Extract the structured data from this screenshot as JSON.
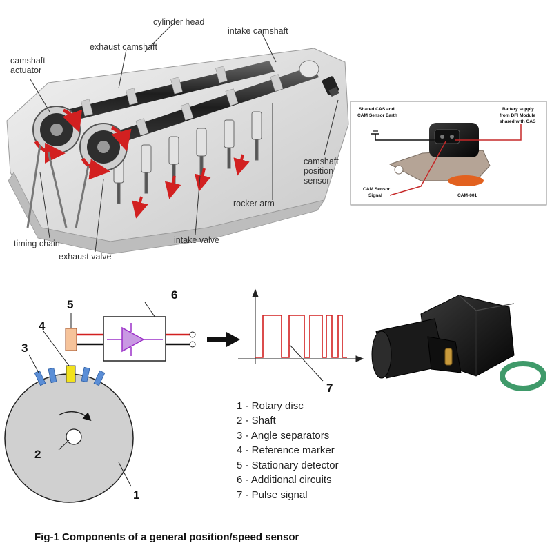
{
  "engine": {
    "labels": {
      "cylinder_head": "cylinder head",
      "exhaust_camshaft": "exhaust camshaft",
      "intake_camshaft": "intake camshaft",
      "camshaft_actuator_1": "camshaft",
      "camshaft_actuator_2": "actuator",
      "camshaft_position_sensor_1": "camshaft",
      "camshaft_position_sensor_2": "position",
      "camshaft_position_sensor_3": "sensor",
      "rocker_arm": "rocker arm",
      "timing_chain": "timing chain",
      "intake_valve": "intake valve",
      "exhaust_valve": "exhaust valve"
    }
  },
  "wiring": {
    "shared_earth_1": "Shared CAS and",
    "shared_earth_2": "CAM Sensor Earth",
    "battery_1": "Battery supply",
    "battery_2": "from DFI Module",
    "battery_3": "shared with CAS",
    "signal_1": "CAM Sensor",
    "signal_2": "Signal",
    "part_code": "CAM-001",
    "colors": {
      "earth_wire": "#111111",
      "battery_wire": "#c62828",
      "signal_wire": "#c62828",
      "bracket": "#b5a496",
      "seal": "#e2611f"
    }
  },
  "sensor_diagram": {
    "numbers": {
      "n1": "1",
      "n2": "2",
      "n3": "3",
      "n4": "4",
      "n5": "5",
      "n6": "6",
      "n7": "7"
    },
    "legend": [
      "1 - Rotary disc",
      "2 - Shaft",
      "3 - Angle separators",
      "4 - Reference marker",
      "5 - Stationary detector",
      "6 - Additional circuits",
      "7 - Pulse signal"
    ],
    "caption": "Fig-1 Components of a general position/speed sensor",
    "colors": {
      "disc": "#d0d0d0",
      "separator": "#5b8ed6",
      "marker": "#f2e21c",
      "detector": "#f6c39a",
      "amplifier": "#9b30c8",
      "pulse": "#d22020",
      "wire_red": "#d22020"
    }
  }
}
